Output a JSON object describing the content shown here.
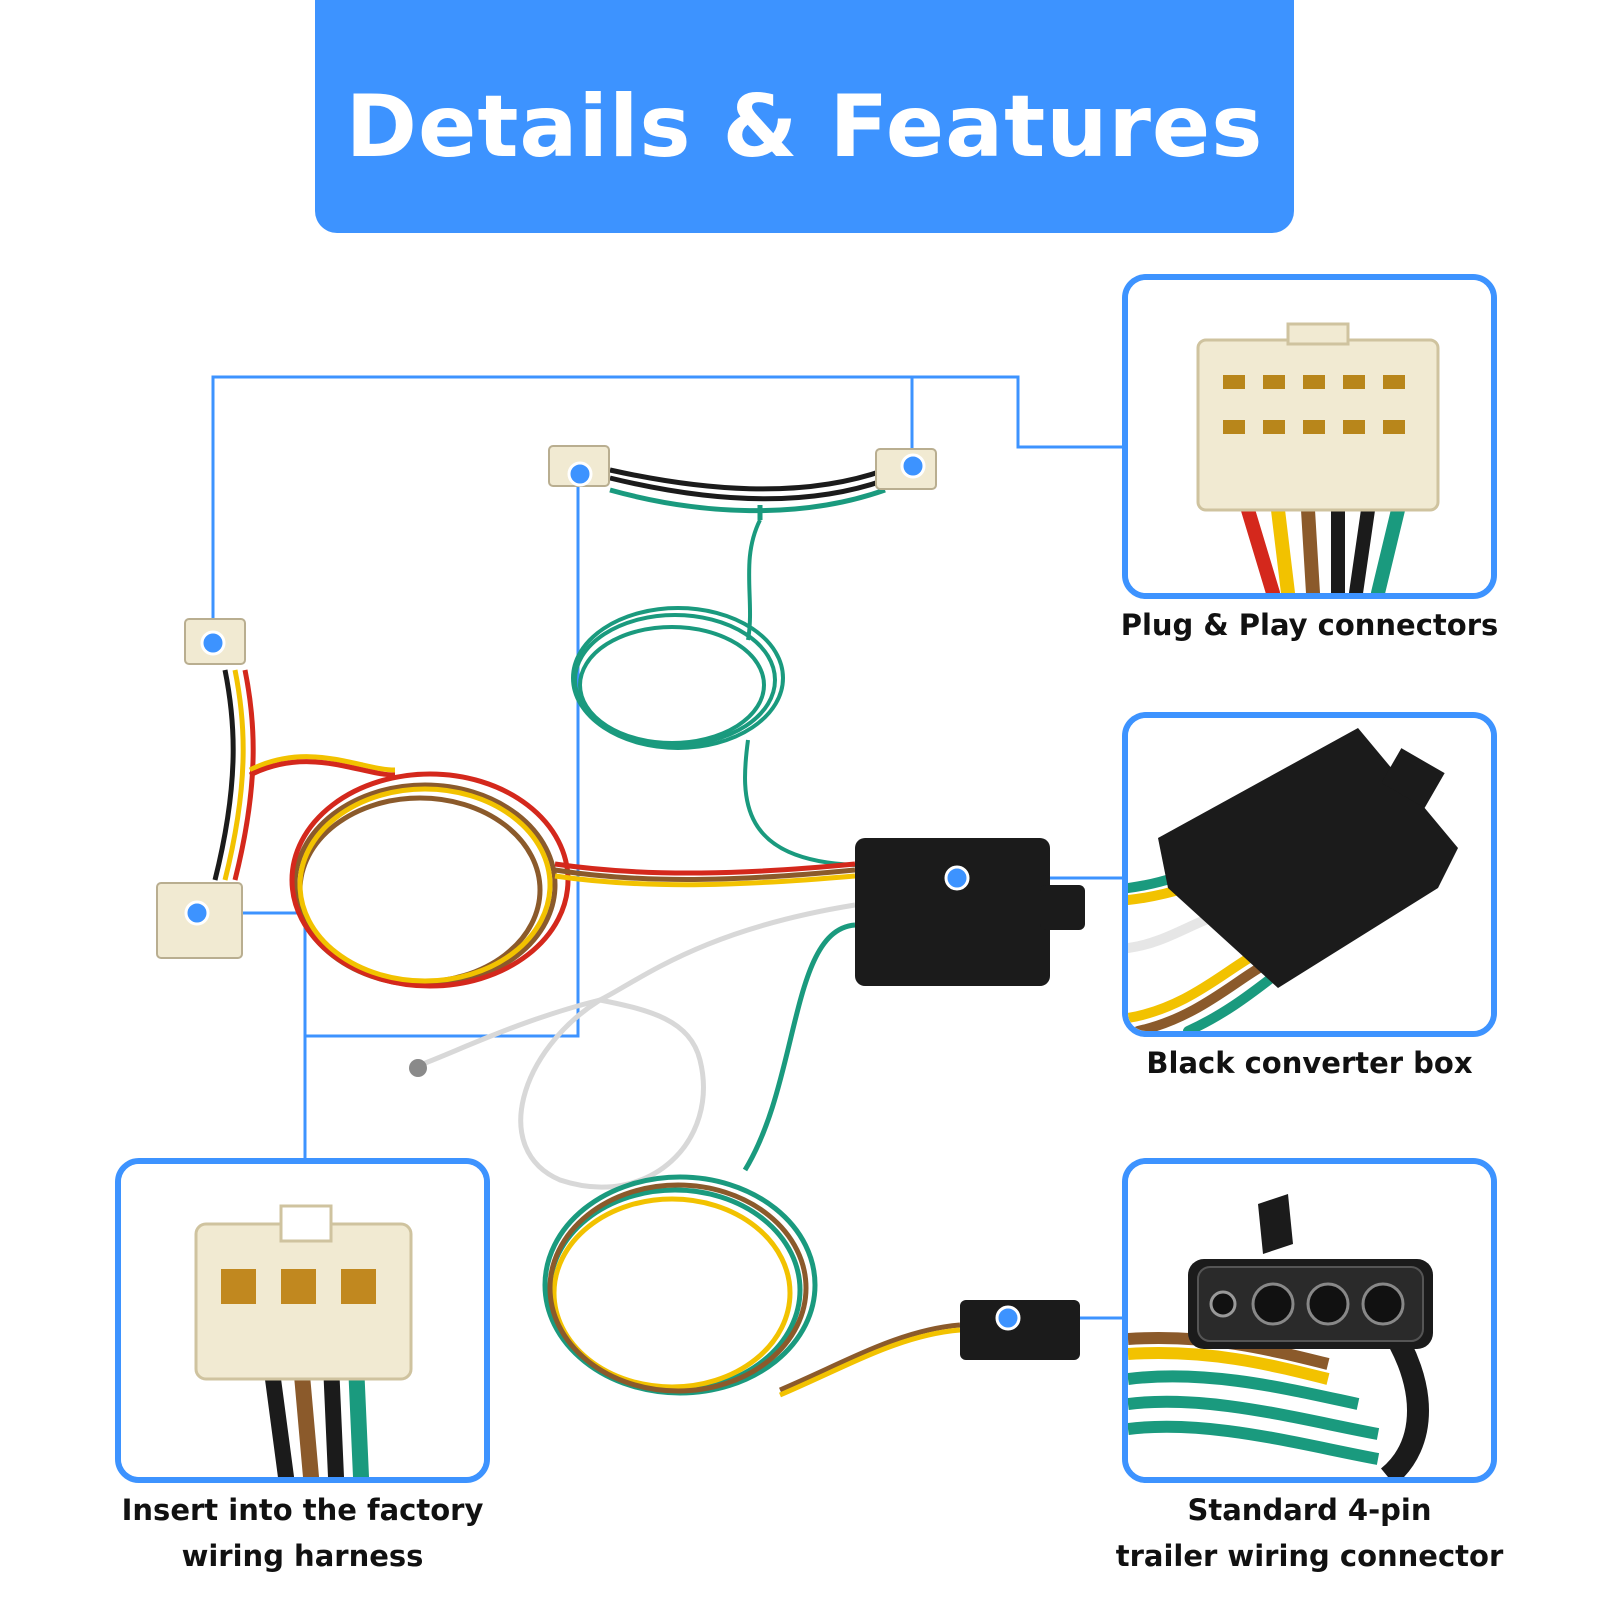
{
  "banner": {
    "title": "Details & Features"
  },
  "features": {
    "plug_play": {
      "label": "Plug & Play connectors"
    },
    "converter": {
      "label": "Black converter box"
    },
    "factory": {
      "line1": "Insert into the factory",
      "line2": "wiring harness"
    },
    "trailer": {
      "line1": "Standard 4-pin",
      "line2": "trailer wiring connector"
    }
  },
  "colors": {
    "accent": "#3d93ff",
    "wire_green": "#1a9a7e",
    "wire_brown": "#8b5a2b",
    "wire_yellow": "#f2c200",
    "wire_red": "#d4281c",
    "wire_white": "#e6e6e6",
    "connector_ivory": "#f1ead2",
    "converter_black": "#1b1b1b"
  }
}
